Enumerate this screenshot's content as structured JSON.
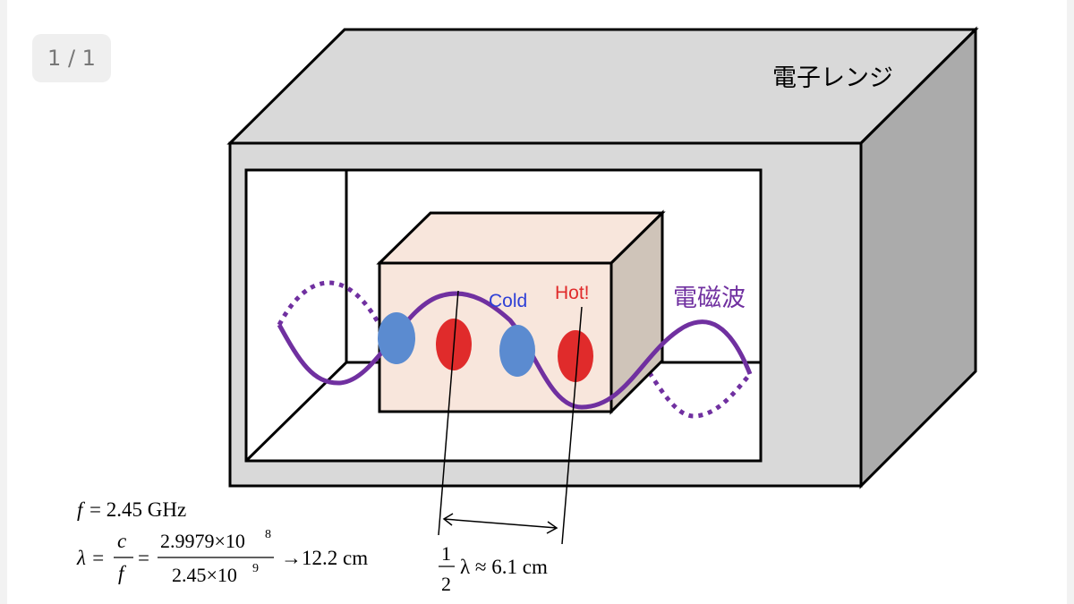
{
  "viewer": {
    "page_counter": "1 / 1"
  },
  "diagram": {
    "oven_label": "電子レンジ",
    "wave_label": "電磁波",
    "cold_label": "Cold",
    "hot_label": "Hot!",
    "frequency_eq": {
      "lhs": "f",
      "rhs": "= 2.45 GHz"
    },
    "wavelength_eq": {
      "lhs": "λ =",
      "c_num": "c",
      "c_den": "f",
      "eq2": "=",
      "num": "2.9979×10",
      "num_exp": "8",
      "den": "2.45×10",
      "den_exp": "9",
      "result": "→12.2 cm"
    },
    "half_wave_eq": {
      "frac_num": "1",
      "frac_den": "2",
      "expr": "λ ≈ 6.1 cm"
    }
  },
  "colors": {
    "oven_front": "#d9d9d9",
    "oven_top": "#d9d9d9",
    "oven_side": "#ababab",
    "food_front": "#f8e6dc",
    "food_top": "#f8e6dc",
    "food_side": "#cfc4b9",
    "wave": "#7030a0",
    "cold": "#4472c4",
    "cold_spot": "#5b8bd0",
    "hot": "#e02b2b"
  }
}
